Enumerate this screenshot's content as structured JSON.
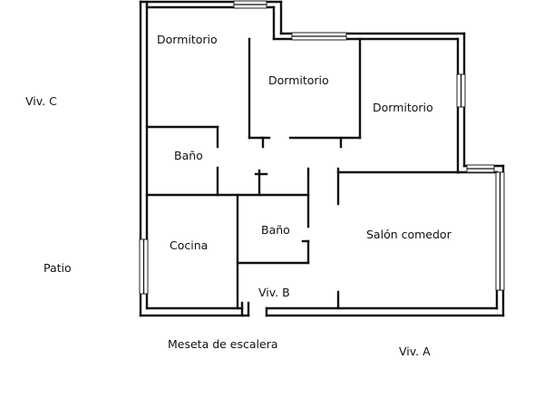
{
  "rooms": {
    "dormitorio_1": "Dormitorio",
    "dormitorio_2": "Dormitorio",
    "dormitorio_3": "Dormitorio",
    "bano_1": "Baño",
    "bano_2": "Baño",
    "cocina": "Cocina",
    "salon": "Salón comedor"
  },
  "outside": {
    "viv_c": "Viv. C",
    "patio": "Patio",
    "viv_b": "Viv. B",
    "meseta": "Meseta de escalera",
    "viv_a": "Viv. A"
  }
}
